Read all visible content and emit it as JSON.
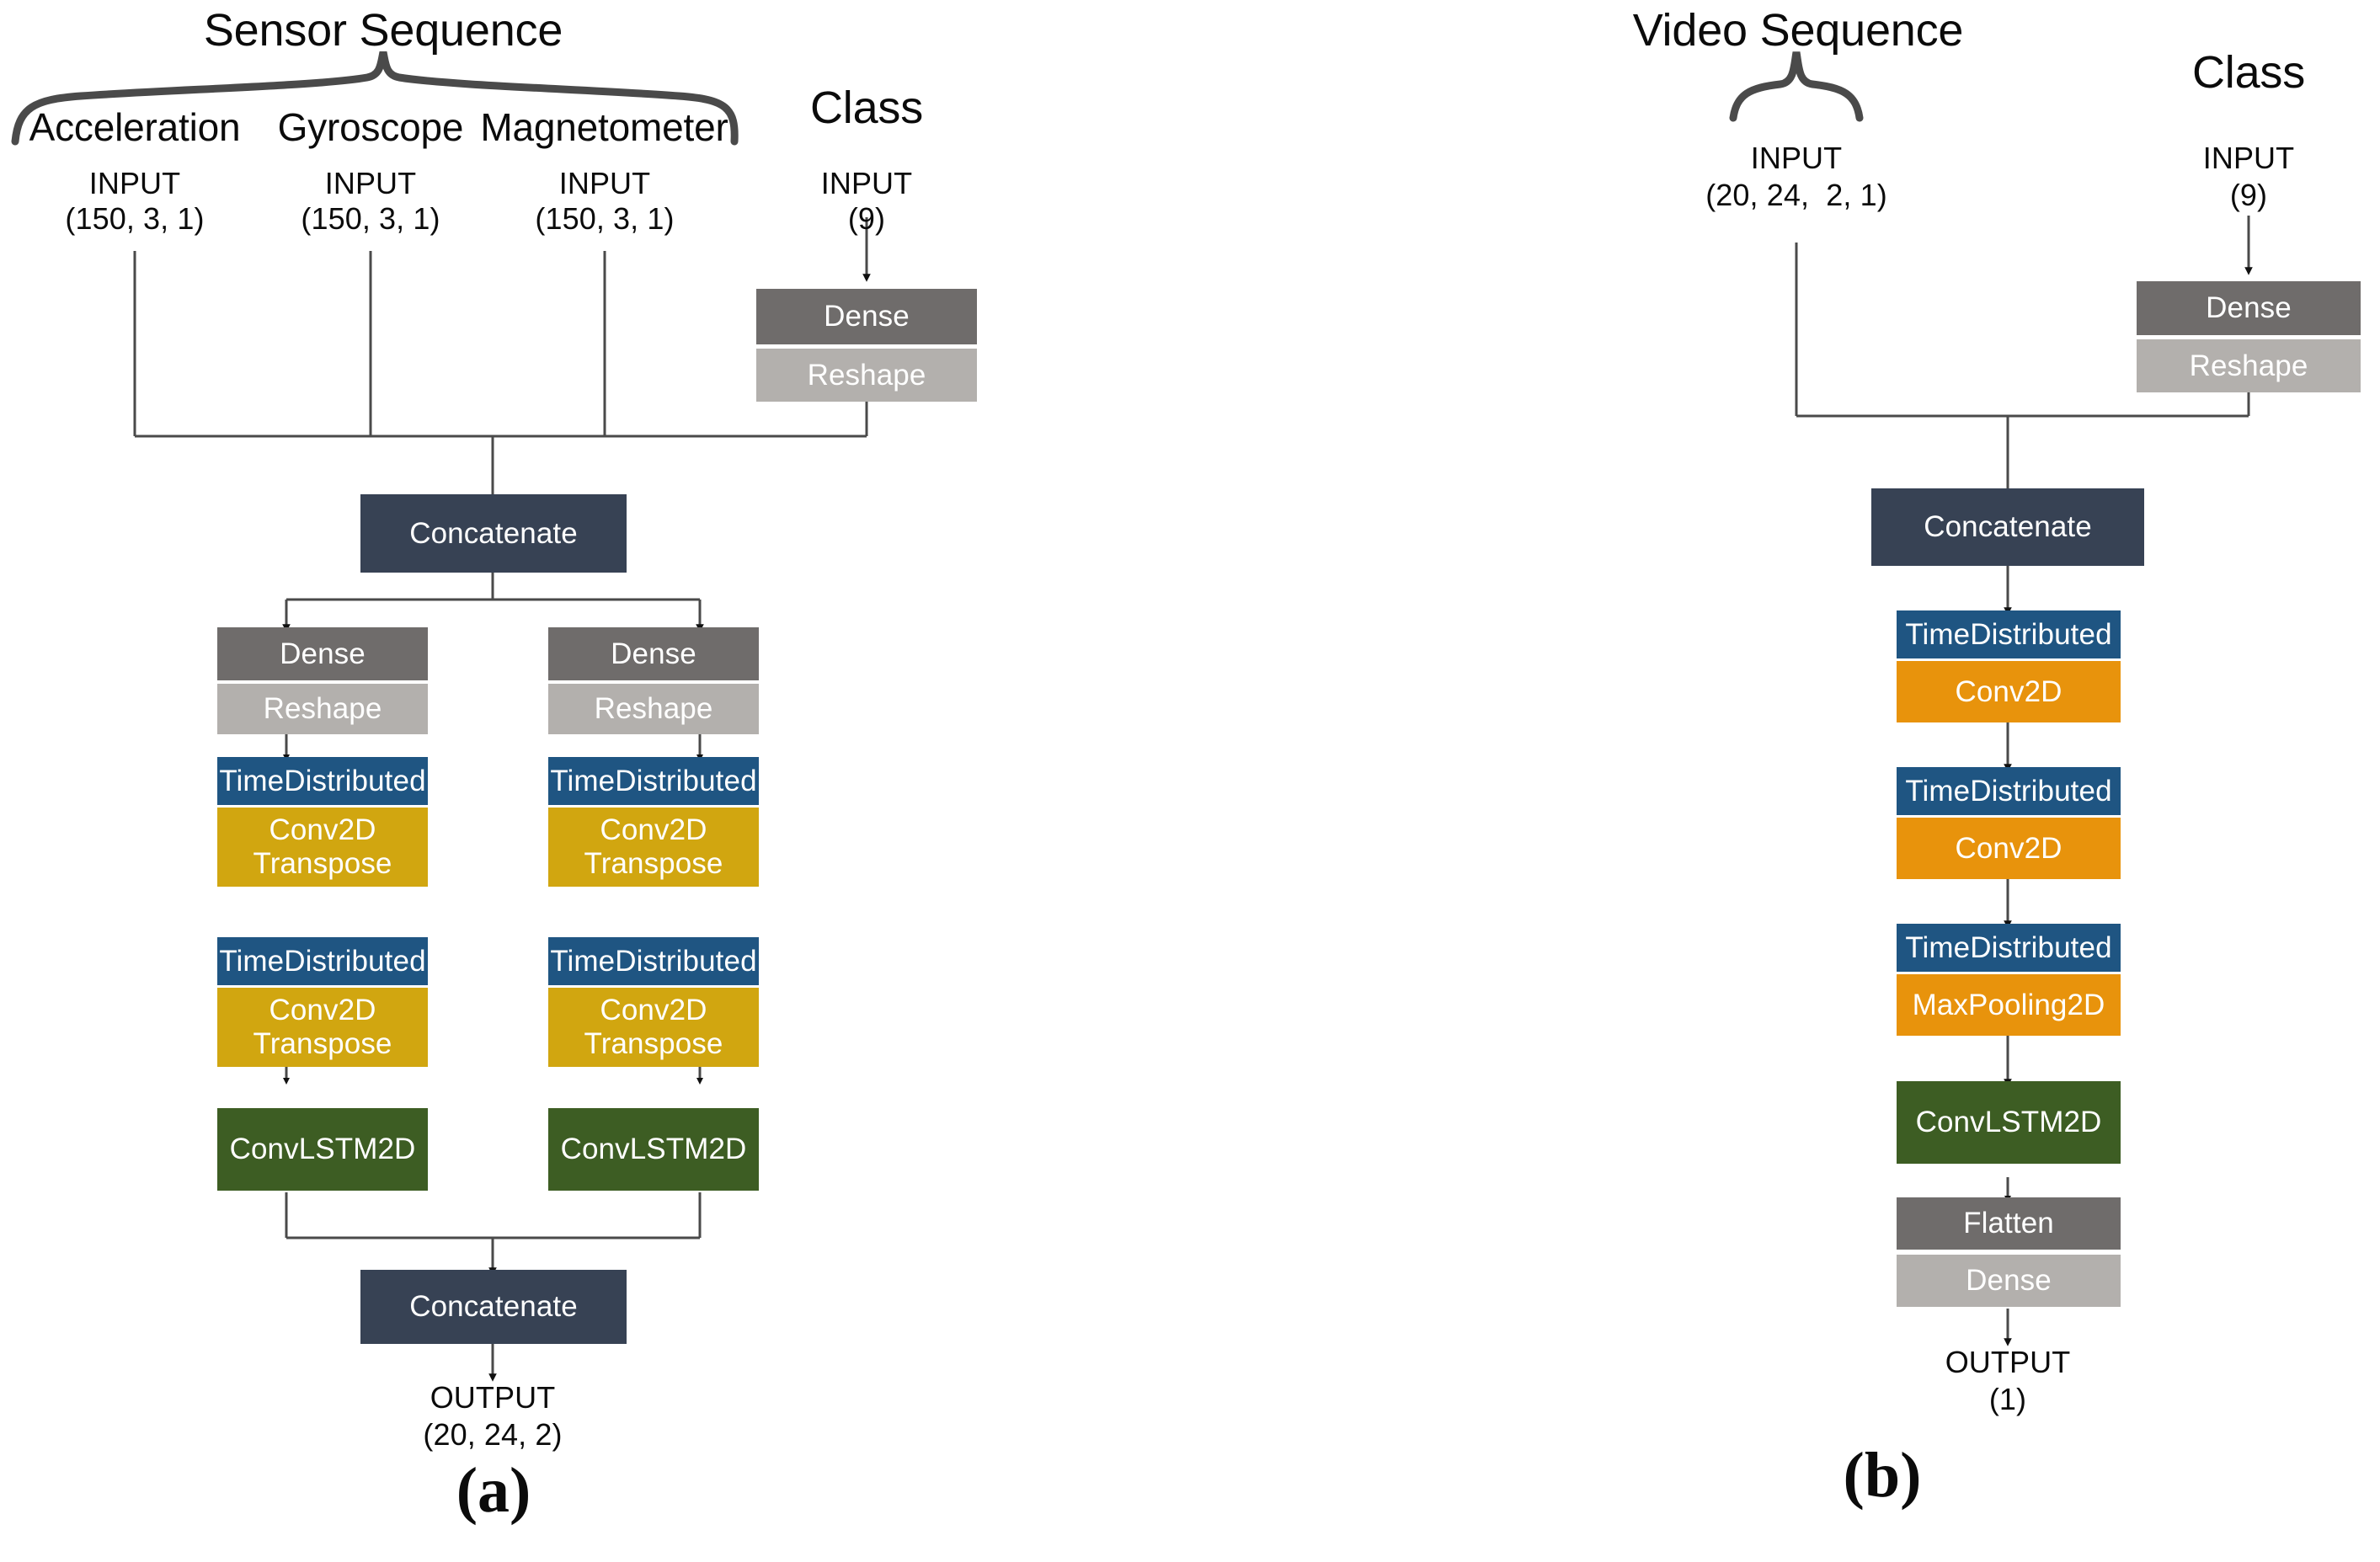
{
  "figure": {
    "panels": [
      {
        "id": "panel-a",
        "letter": "(a)",
        "group_title": "Sensor Sequence",
        "class_title": "Class",
        "streams": [
          {
            "name": "Acceleration",
            "input_label": "INPUT",
            "input_shape": "(150, 3, 1)"
          },
          {
            "name": "Gyroscope",
            "input_label": "INPUT",
            "input_shape": "(150, 3, 1)"
          },
          {
            "name": "Magnetometer",
            "input_label": "INPUT",
            "input_shape": "(150, 3, 1)"
          }
        ],
        "class_input": {
          "input_label": "INPUT",
          "input_shape": "(9)"
        },
        "class_branch": [
          {
            "label": "Dense",
            "color": "#6f6c6b"
          },
          {
            "label": "Reshape",
            "color": "#b3b0ad"
          }
        ],
        "concat_top": "Concatenate",
        "branch_left": [
          {
            "label": "Dense",
            "color": "#6f6c6b"
          },
          {
            "label": "Reshape",
            "color": "#b3b0ad"
          },
          {
            "label": "TimeDistributed",
            "color": "#1f5582"
          },
          {
            "label": "Conv2D\nTranspose",
            "color": "#d1a610"
          },
          {
            "label": "TimeDistributed",
            "color": "#1f5582"
          },
          {
            "label": "Conv2D\nTranspose",
            "color": "#d1a610"
          },
          {
            "label": "ConvLSTM2D",
            "color": "#3d5d23"
          }
        ],
        "branch_right": [
          {
            "label": "Dense",
            "color": "#6f6c6b"
          },
          {
            "label": "Reshape",
            "color": "#b3b0ad"
          },
          {
            "label": "TimeDistributed",
            "color": "#1f5582"
          },
          {
            "label": "Conv2D\nTranspose",
            "color": "#d1a610"
          },
          {
            "label": "TimeDistributed",
            "color": "#1f5582"
          },
          {
            "label": "Conv2D\nTranspose",
            "color": "#d1a610"
          },
          {
            "label": "ConvLSTM2D",
            "color": "#3d5d23"
          }
        ],
        "concat_bottom": "Concatenate",
        "output": {
          "label": "OUTPUT",
          "shape": "(20, 24, 2)"
        }
      },
      {
        "id": "panel-b",
        "letter": "(b)",
        "group_title": "Video Sequence",
        "class_title": "Class",
        "video_input": {
          "input_label": "INPUT",
          "input_shape": "(20, 24,  2, 1)"
        },
        "class_input": {
          "input_label": "INPUT",
          "input_shape": "(9)"
        },
        "class_branch": [
          {
            "label": "Dense",
            "color": "#6f6c6b"
          },
          {
            "label": "Reshape",
            "color": "#b3b0ad"
          }
        ],
        "concat_top": "Concatenate",
        "main_stack": [
          {
            "label": "TimeDistributed",
            "color": "#1f5582"
          },
          {
            "label": "Conv2D",
            "color": "#e8930c"
          },
          {
            "label": "TimeDistributed",
            "color": "#1f5582"
          },
          {
            "label": "Conv2D",
            "color": "#e8930c"
          },
          {
            "label": "TimeDistributed",
            "color": "#1f5582"
          },
          {
            "label": "MaxPooling2D",
            "color": "#e8930c"
          },
          {
            "label": "ConvLSTM2D",
            "color": "#3d5d23"
          },
          {
            "label": "Flatten",
            "color": "#6f6c6b"
          },
          {
            "label": "Dense",
            "color": "#b3b0ad"
          }
        ],
        "output": {
          "label": "OUTPUT",
          "shape": "(1)"
        }
      }
    ],
    "colors": {
      "concatenate": "#374254",
      "dense_dark": "#6f6c6b",
      "reshape_light": "#b3b0ad",
      "time_distributed": "#1f5582",
      "conv2d_transpose": "#d1a610",
      "conv2d": "#e8930c",
      "convlstm2d": "#3d5d23",
      "wire": "#4a4a4a",
      "text_dark": "#0b0b0b",
      "background": "#ffffff"
    }
  }
}
